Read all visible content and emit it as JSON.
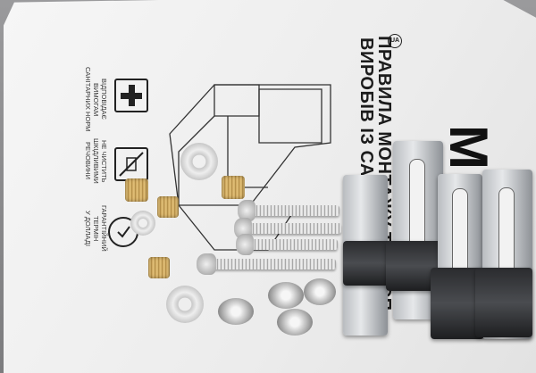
{
  "document": {
    "lang_badge": "UA",
    "title_line1": "ПРАВИЛА МОНТАЖУ ТА ЕКСП",
    "title_line2": "ВИРОБІВ ІЗ САНТЕХН",
    "brand": "M•RT",
    "icon_labels": [
      "ВІДПОВІДАЄ\nВИМОГАМ\nСАНІТАРНИХ НОРМ",
      "НЕ ЧИСТИТЬ\nШКІДЛИВИМИ\nРЕЧОВИНИ",
      "ГАРАНТІЙНИЙ\nТЕРМІН\nУ ДОЛЛАДІ"
    ]
  },
  "icons": {
    "health": "medical-cross-icon",
    "no_chemicals": "no-chemicals-icon",
    "warranty": "warranty-icon"
  },
  "colors": {
    "paper": "#efefef",
    "brass": "#d4ac5f",
    "steel": "#c8c8c8",
    "bracket_dark": "#2d2e31"
  }
}
